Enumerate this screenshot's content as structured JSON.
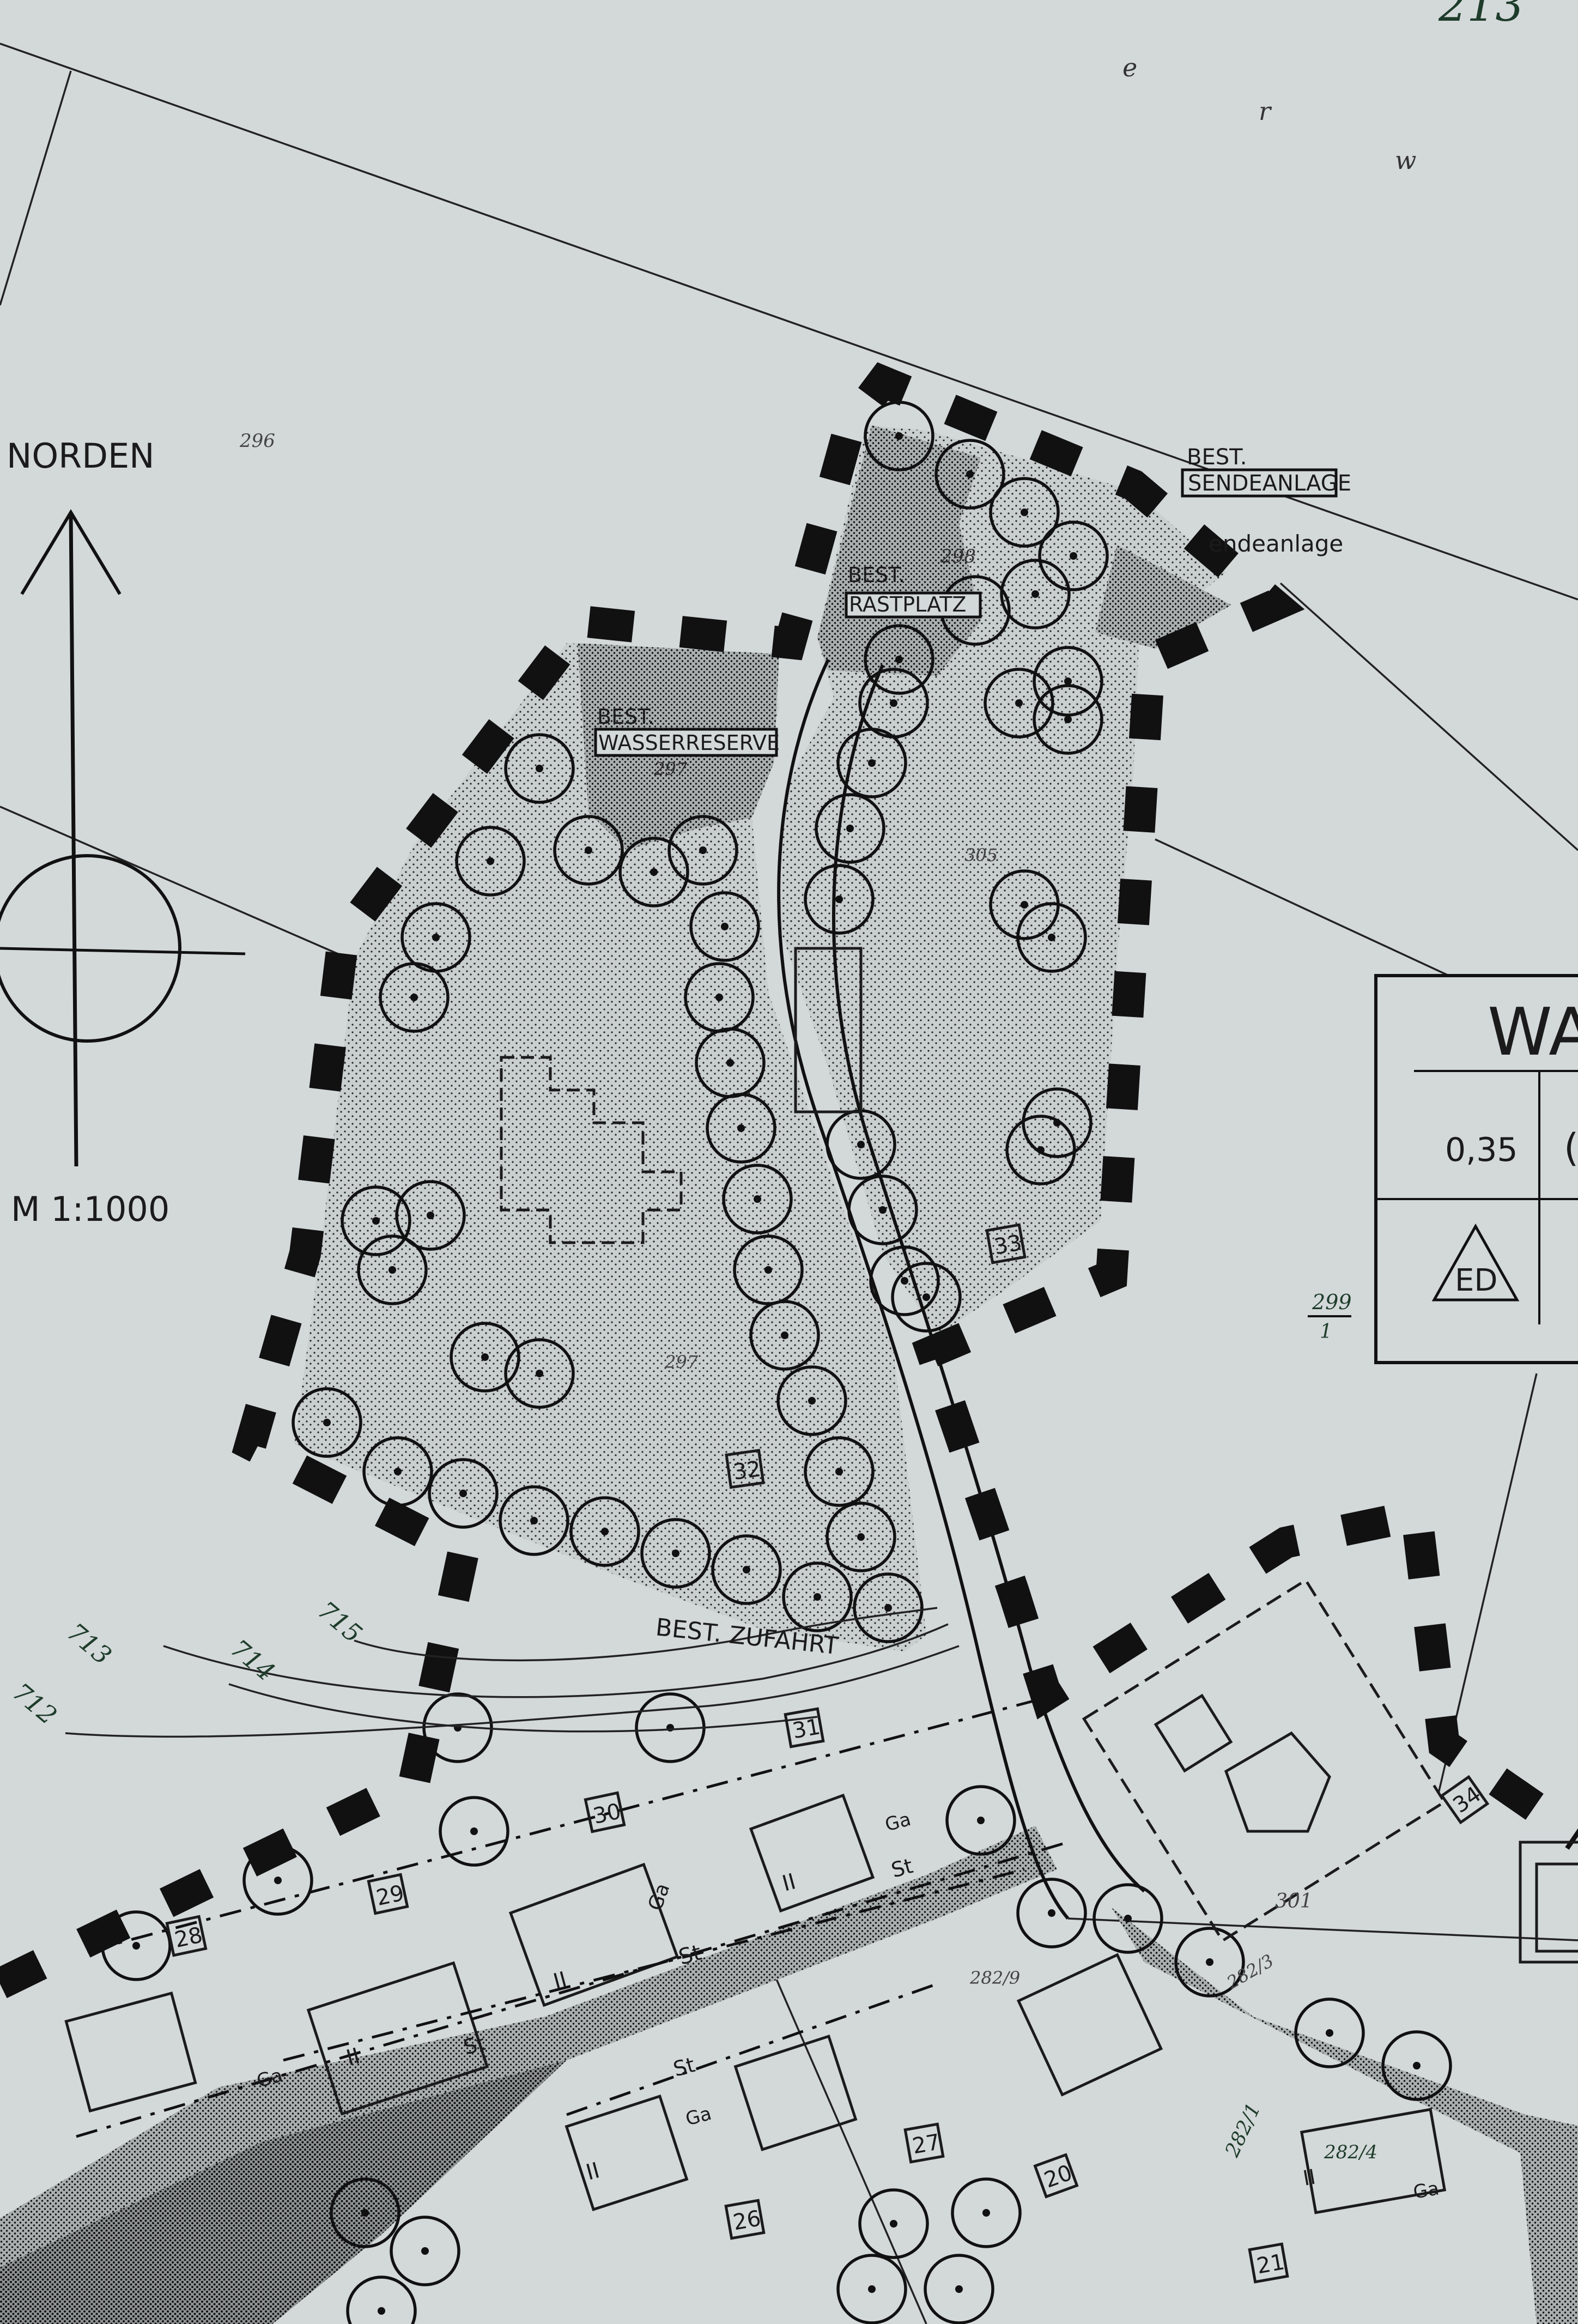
{
  "map": {
    "handwritten_ref": "213",
    "north_label": "NORDEN",
    "scale_label": "M 1:1000",
    "stray_letters": [
      "e",
      "r",
      "w"
    ],
    "facilities": [
      {
        "prefix": "BEST.",
        "name": "SENDEANLAGE",
        "note": "endeanlage"
      },
      {
        "prefix": "BEST.",
        "name": "RASTPLATZ",
        "note": "298"
      },
      {
        "prefix": "BEST.",
        "name": "WASSERRESERVE",
        "note": "297"
      }
    ],
    "road_label": "BEST. ZUFAHRT",
    "contours": [
      "712",
      "713",
      "714",
      "715"
    ],
    "parcel_numbers": [
      "296",
      "299",
      "301",
      "282/9",
      "282/3",
      "305",
      "297",
      "282/1",
      "282/4"
    ],
    "parcel_fraction": {
      "num": "299",
      "den": "1"
    },
    "lot_numbers": [
      "32",
      "33",
      "31",
      "30",
      "29",
      "28",
      "27",
      "26",
      "20",
      "21",
      "34"
    ],
    "zoning_table": {
      "title": "WA",
      "grz": "0,35",
      "cell_partial": "(",
      "building_type": "ED"
    },
    "building_marks": {
      "garage": "Ga",
      "parking": "St",
      "floors": "II"
    },
    "colors": {
      "paper": "#d3d8d9",
      "ink": "#111111",
      "stipple_fill": "#b8bdbe",
      "handwriting": "#1e3c2a"
    }
  }
}
